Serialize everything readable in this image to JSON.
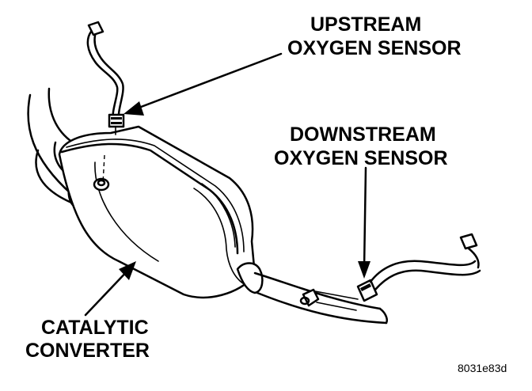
{
  "labels": {
    "upstream_line1": "UPSTREAM",
    "upstream_line2": "OXYGEN SENSOR",
    "downstream_line1": "DOWNSTREAM",
    "downstream_line2": "OXYGEN SENSOR",
    "catalytic_line1": "CATALYTIC",
    "catalytic_line2": "CONVERTER",
    "figure_code": "8031e83d"
  },
  "colors": {
    "ink": "#000000",
    "paper": "#ffffff"
  }
}
